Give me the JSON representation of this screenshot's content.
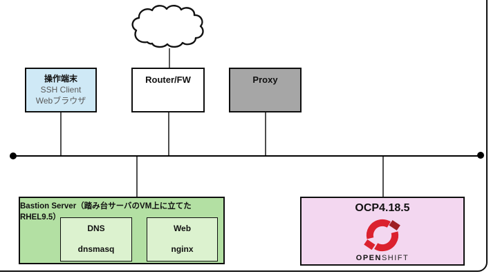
{
  "diagram_title": "network-architecture-diagram",
  "nodes": {
    "terminal": {
      "title": "操作端末",
      "lines": [
        "SSH Client",
        "Webブラウザ"
      ]
    },
    "router": {
      "title": "Router/FW"
    },
    "proxy": {
      "title": "Proxy"
    },
    "bastion": {
      "title": "Bastion Server（踏み台サーバのVM上に立てたRHEL9.5）",
      "children": [
        {
          "title": "DNS",
          "subtitle": "dnsmasq"
        },
        {
          "title": "Web",
          "subtitle": "nginx"
        }
      ]
    },
    "ocp": {
      "title": "OCP4.18.5",
      "logo": "openshift-logo",
      "wordmark_bold": "OPEN",
      "wordmark_regular": "SHIFT"
    },
    "cloud": {
      "icon": "internet-cloud"
    }
  },
  "colors": {
    "terminal_fill": "#cfe9f6",
    "proxy_fill": "#a6a6a6",
    "bastion_fill": "#b3e0a3",
    "bastion_child_fill": "#dcf2cf",
    "ocp_fill": "#f3d7f0",
    "openshift_red": "#db212e",
    "openshift_dark_red": "#9e1f24",
    "line": "#000000"
  }
}
